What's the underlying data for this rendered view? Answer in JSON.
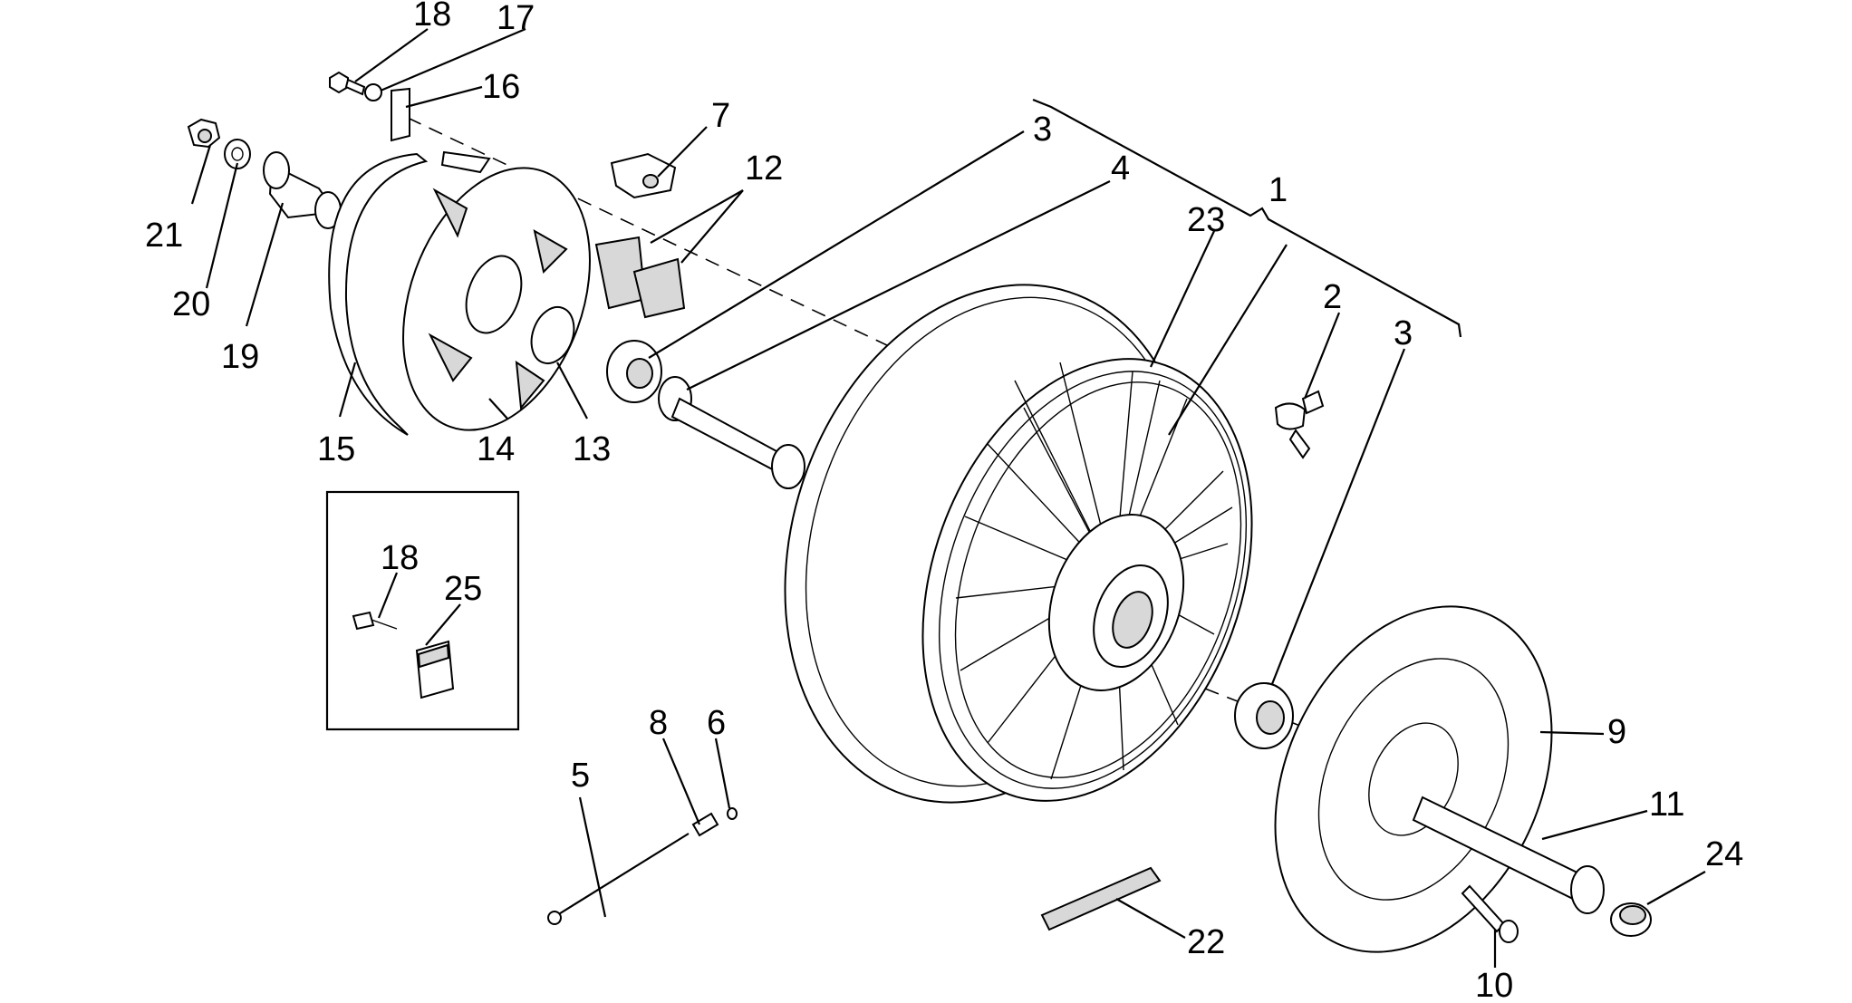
{
  "diagram": {
    "callouts": {
      "n1": "1",
      "n2": "2",
      "n3a": "3",
      "n3b": "3",
      "n4": "4",
      "n5": "5",
      "n6": "6",
      "n7": "7",
      "n8": "8",
      "n9": "9",
      "n10": "10",
      "n11": "11",
      "n12": "12",
      "n13": "13",
      "n14": "14",
      "n15": "15",
      "n16": "16",
      "n17": "17",
      "n18a": "18",
      "n18b": "18",
      "n19": "19",
      "n20": "20",
      "n21": "21",
      "n22": "22",
      "n23": "23",
      "n24": "24",
      "n25": "25"
    }
  }
}
